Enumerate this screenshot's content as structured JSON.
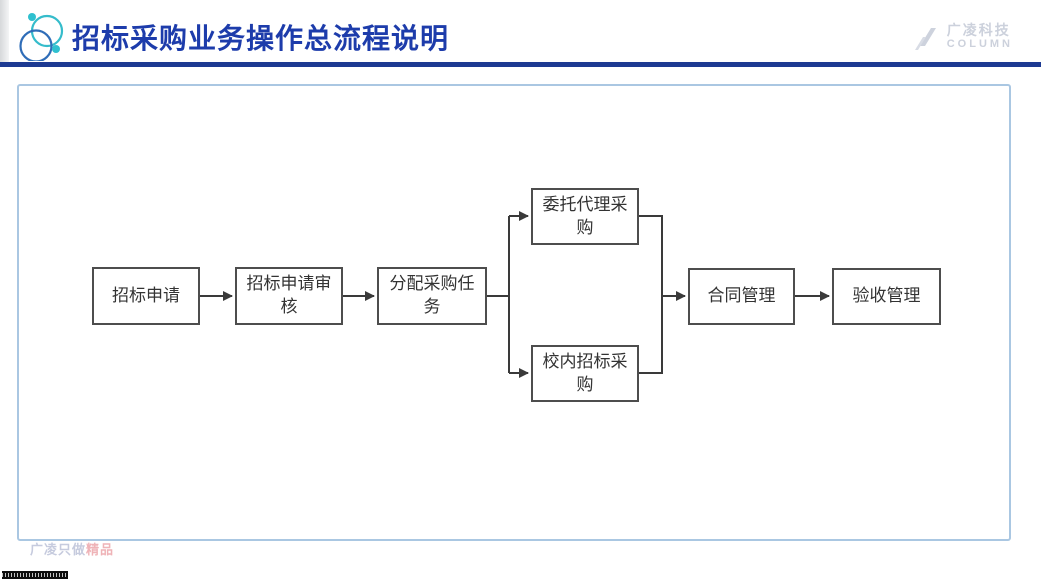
{
  "header": {
    "title": "招标采购业务操作总流程说明",
    "brand_cn": "广凌科技",
    "brand_en": "COLUMN"
  },
  "flowchart": {
    "nodes": [
      {
        "id": "bid-application",
        "label": "招标申请"
      },
      {
        "id": "bid-application-review",
        "label": "招标申请审核"
      },
      {
        "id": "assign-procurement-tasks",
        "label": "分配采购任务"
      },
      {
        "id": "entrusted-agency-procurement",
        "label": "委托代理采购"
      },
      {
        "id": "campus-bidding-procurement",
        "label": "校内招标采购"
      },
      {
        "id": "contract-management",
        "label": "合同管理"
      },
      {
        "id": "acceptance-management",
        "label": "验收管理"
      }
    ],
    "edges": [
      {
        "from": "bid-application",
        "to": "bid-application-review"
      },
      {
        "from": "bid-application-review",
        "to": "assign-procurement-tasks"
      },
      {
        "from": "assign-procurement-tasks",
        "to": "entrusted-agency-procurement"
      },
      {
        "from": "assign-procurement-tasks",
        "to": "campus-bidding-procurement"
      },
      {
        "from": "entrusted-agency-procurement",
        "to": "contract-management"
      },
      {
        "from": "campus-bidding-procurement",
        "to": "contract-management"
      },
      {
        "from": "contract-management",
        "to": "acceptance-management"
      }
    ]
  },
  "watermark": {
    "gray": "广凌只做",
    "red": "精品"
  },
  "colors": {
    "title_blue": "#1d3cab",
    "divider_navy": "#1d3a92",
    "box_border": "#4d4d4d",
    "box_text": "#333333",
    "panel_border": "#aac7e2",
    "brand_gray": "#ccd1dc",
    "watermark_gray": "#c6cbde",
    "watermark_red": "#efb3b7",
    "logo_teal": "#35bccb",
    "logo_blue": "#2f6db8"
  }
}
